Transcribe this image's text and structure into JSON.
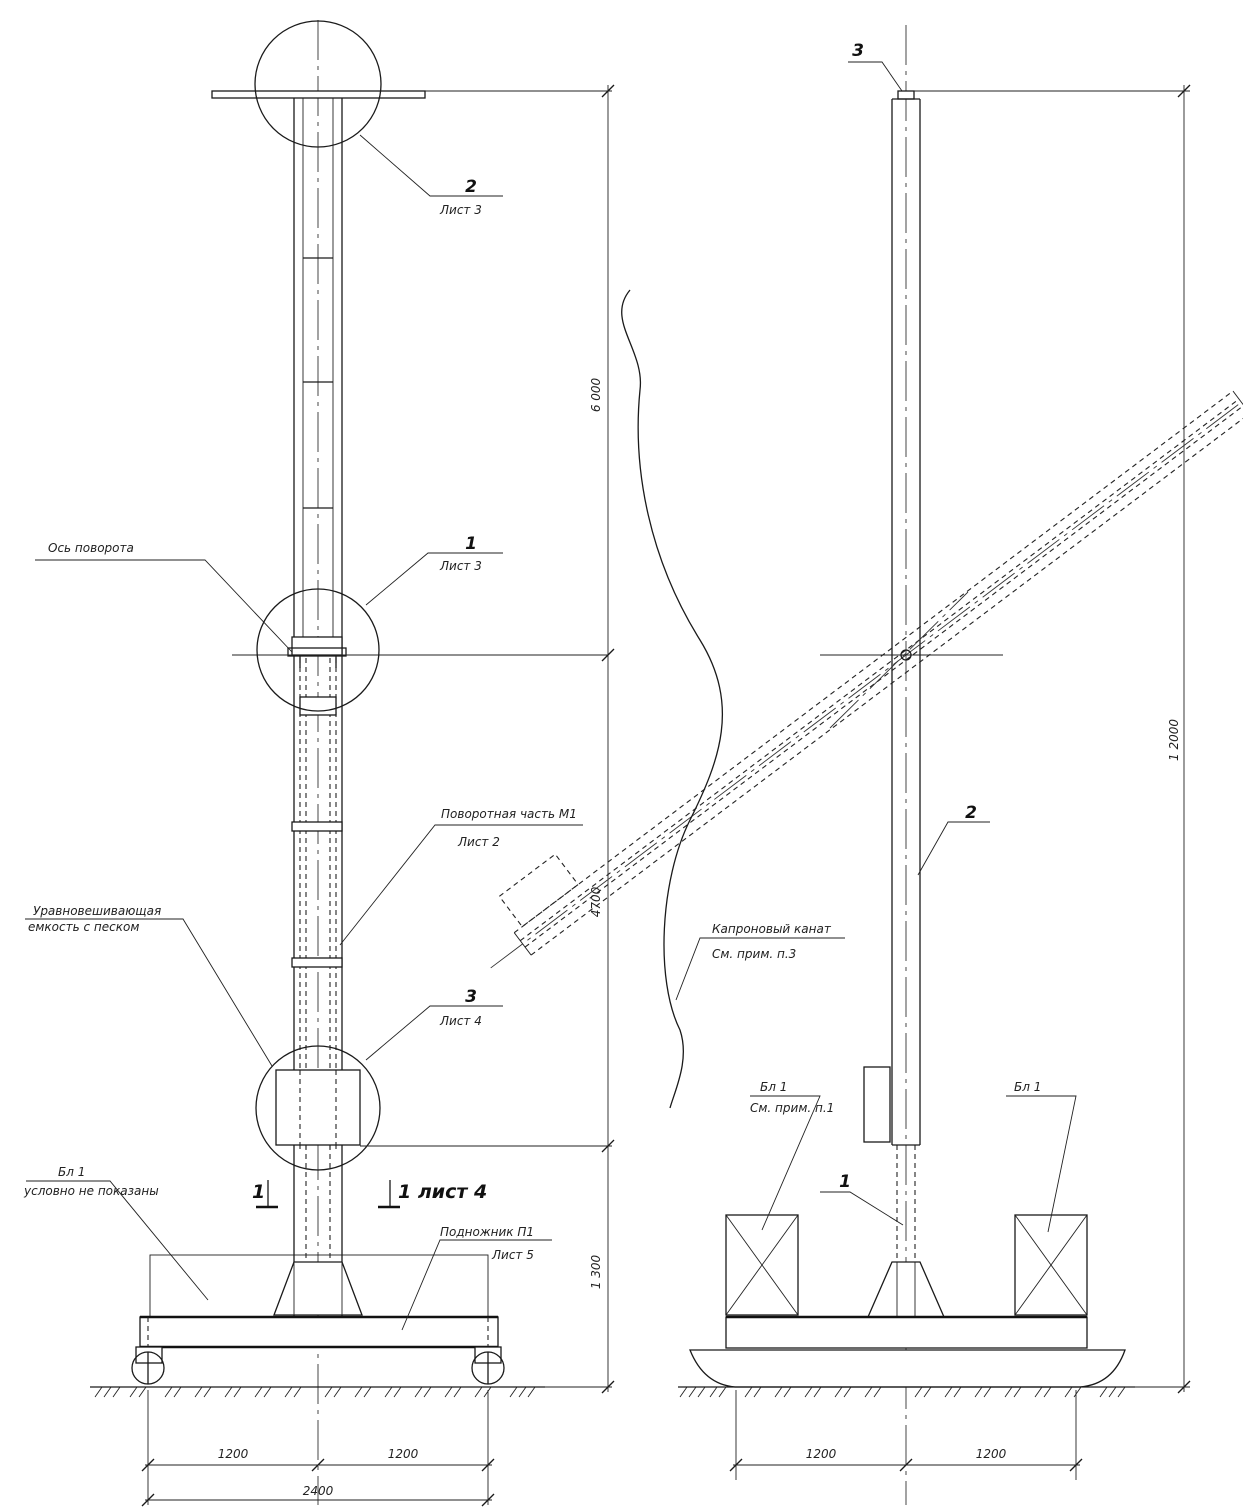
{
  "callouts": {
    "c2": {
      "num": "2",
      "sheet": "Лист 3"
    },
    "c1": {
      "num": "1",
      "sheet": "Лист 3"
    },
    "c3": {
      "num": "3",
      "sheet": "Лист 4"
    }
  },
  "labels": {
    "axis": "Ось поворота",
    "rotating_part": "Поворотная часть М1",
    "rotating_sheet": "Лист 2",
    "counterweight_1": "Уравновешивающая",
    "counterweight_2": "емкость с песком",
    "block_left_1": "Бл 1",
    "block_left_2": "условно не показаны",
    "base": "Подножник П1",
    "base_sheet": "Лист 5",
    "section_left": "1",
    "section_right": "1 лист 4",
    "rope_1": "Капроновый канат",
    "rope_2": "См. прим. п.3",
    "block_r1_1": "Бл 1",
    "block_r1_2": "См. прим. п.1",
    "block_r2": "Бл 1",
    "pos_r3": "3",
    "pos_r2": "2",
    "pos_r1": "1"
  },
  "dimensions": {
    "d6000": "6 000",
    "d4700": "4700",
    "d1300": "1 300",
    "d12000": "1 2000",
    "l1200a": "1200",
    "l1200b": "1200",
    "l2400": "2400",
    "r1200a": "1200",
    "r1200b": "1200"
  }
}
